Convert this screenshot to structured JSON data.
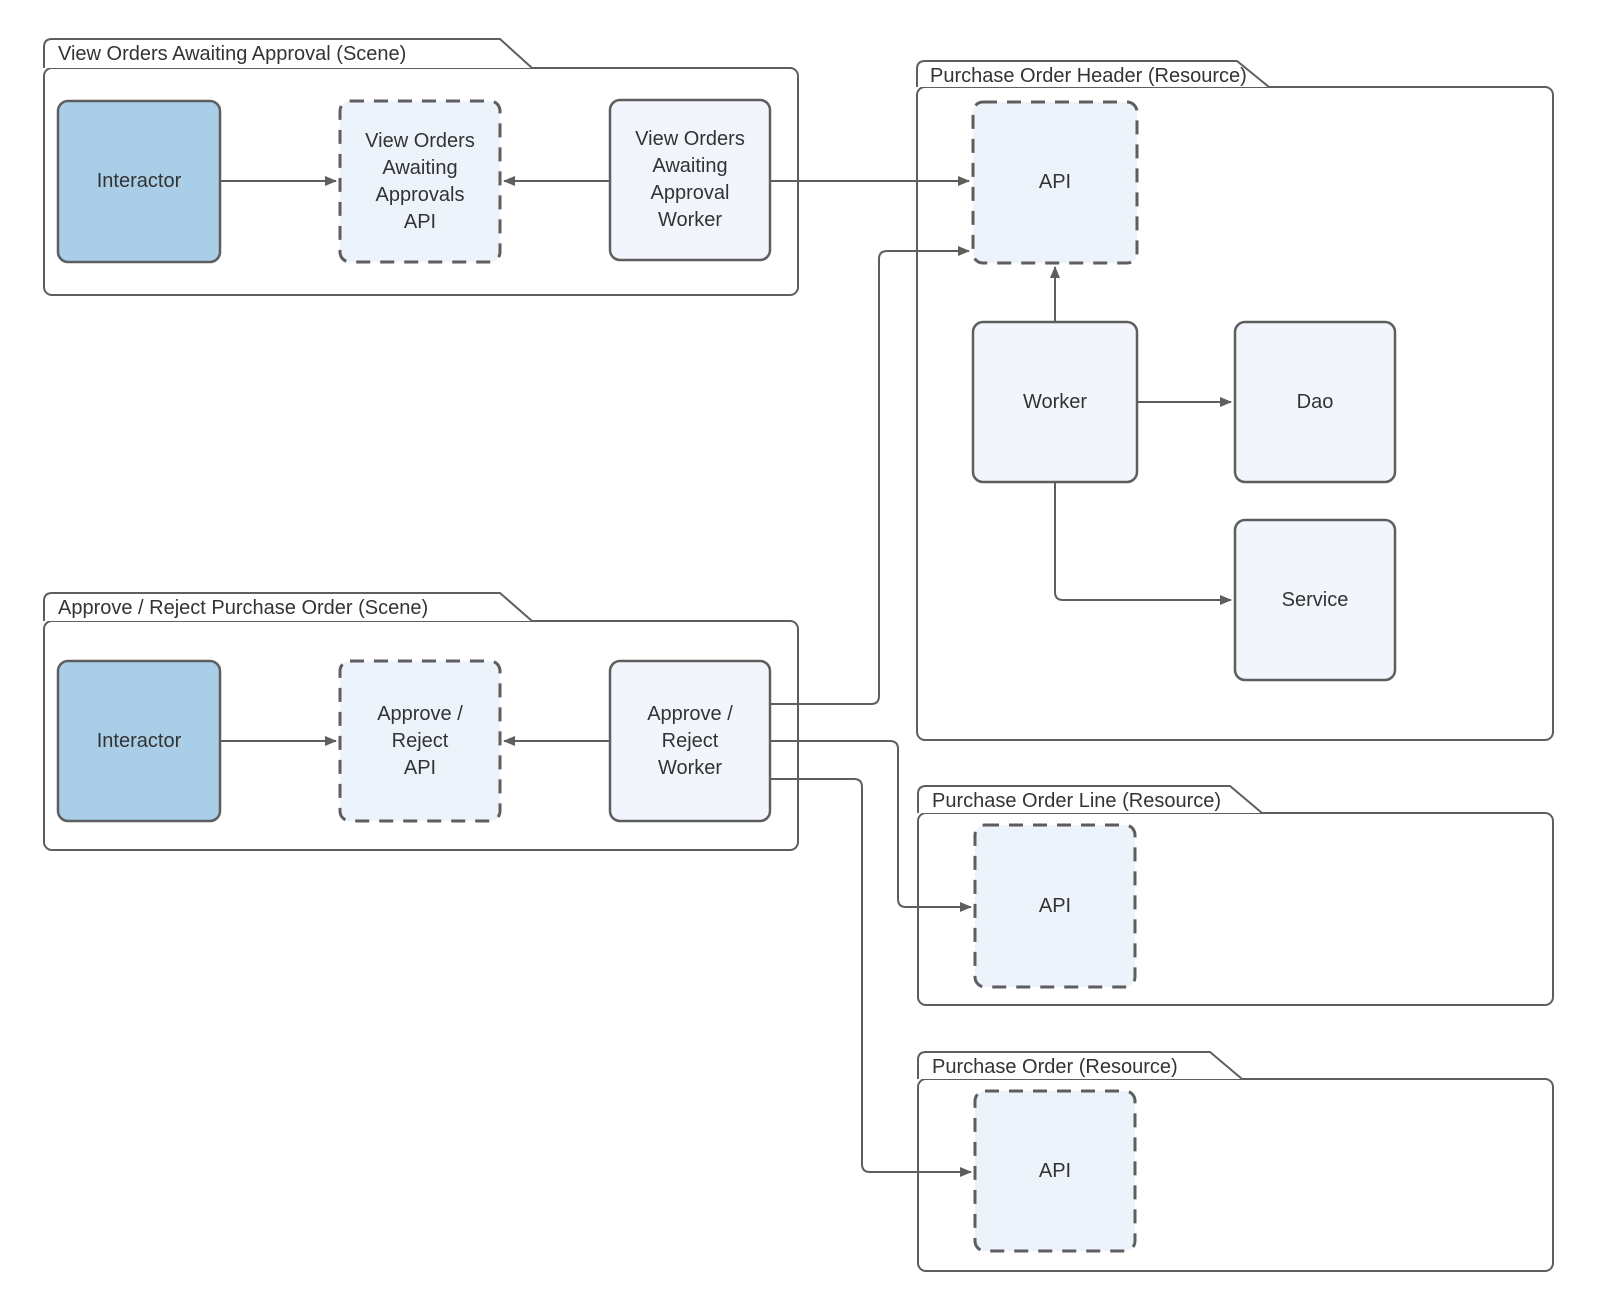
{
  "diagram": {
    "type": "component-architecture-diagram",
    "containers": [
      {
        "id": "scene1",
        "title": "View Orders Awaiting Approval (Scene)"
      },
      {
        "id": "po_header",
        "title": "Purchase Order Header (Resource)"
      },
      {
        "id": "scene2",
        "title": "Approve / Reject Purchase Order (Scene)"
      },
      {
        "id": "po_line",
        "title": "Purchase Order Line (Resource)"
      },
      {
        "id": "po",
        "title": "Purchase Order (Resource)"
      }
    ],
    "nodes": [
      {
        "id": "scene1_interactor",
        "container": "scene1",
        "kind": "interactor",
        "label": "Interactor"
      },
      {
        "id": "scene1_api",
        "container": "scene1",
        "kind": "api",
        "label": "View Orders\nAwaiting\nApprovals\nAPI"
      },
      {
        "id": "scene1_worker",
        "container": "scene1",
        "kind": "worker",
        "label": "View Orders\nAwaiting\nApproval\nWorker"
      },
      {
        "id": "po_header_api",
        "container": "po_header",
        "kind": "api",
        "label": "API"
      },
      {
        "id": "po_header_worker",
        "container": "po_header",
        "kind": "worker",
        "label": "Worker"
      },
      {
        "id": "po_header_dao",
        "container": "po_header",
        "kind": "dao",
        "label": "Dao"
      },
      {
        "id": "po_header_service",
        "container": "po_header",
        "kind": "service",
        "label": "Service"
      },
      {
        "id": "scene2_interactor",
        "container": "scene2",
        "kind": "interactor",
        "label": "Interactor"
      },
      {
        "id": "scene2_api",
        "container": "scene2",
        "kind": "api",
        "label": "Approve /\nReject\nAPI"
      },
      {
        "id": "scene2_worker",
        "container": "scene2",
        "kind": "worker",
        "label": "Approve /\nReject\nWorker"
      },
      {
        "id": "po_line_api",
        "container": "po_line",
        "kind": "api",
        "label": "API"
      },
      {
        "id": "po_api",
        "container": "po",
        "kind": "api",
        "label": "API"
      }
    ],
    "edges": [
      {
        "from": "scene1_interactor",
        "to": "scene1_api"
      },
      {
        "from": "scene1_worker",
        "to": "scene1_api"
      },
      {
        "from": "scene1_worker",
        "to": "po_header_api"
      },
      {
        "from": "scene2_worker",
        "to": "po_header_api"
      },
      {
        "from": "scene2_worker",
        "to": "po_line_api"
      },
      {
        "from": "scene2_worker",
        "to": "po_api"
      },
      {
        "from": "po_header_worker",
        "to": "po_header_api"
      },
      {
        "from": "po_header_worker",
        "to": "po_header_dao"
      },
      {
        "from": "po_header_worker",
        "to": "po_header_service"
      },
      {
        "from": "scene2_interactor",
        "to": "scene2_api"
      },
      {
        "from": "scene2_worker",
        "to": "scene2_api"
      }
    ],
    "colors": {
      "stroke": "#5e5e5e",
      "text": "#333333",
      "interactor_fill": "#aacde8",
      "api_fill": "#edf3fb",
      "node_fill": "#f2f6fc",
      "background": "#ffffff"
    }
  }
}
